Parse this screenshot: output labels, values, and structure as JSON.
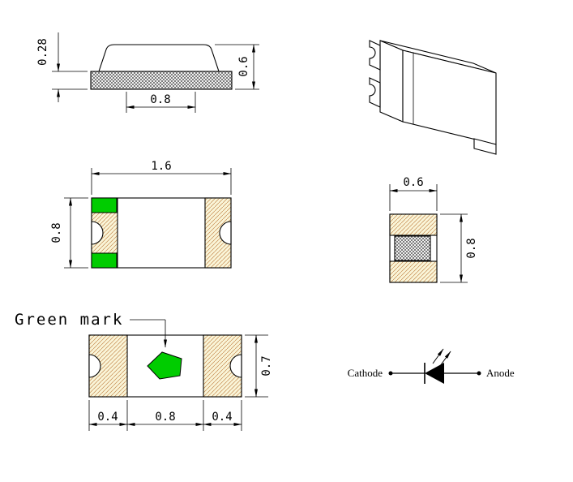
{
  "drawing": {
    "front_view": {
      "substrate_thickness": "0.28",
      "total_height": "0.6",
      "body_width": "0.8"
    },
    "top_view": {
      "length": "1.6",
      "width": "0.8"
    },
    "end_view": {
      "depth": "0.6",
      "width": "0.8"
    },
    "bottom_view": {
      "left_pad": "0.4",
      "center_pad": "0.8",
      "right_pad": "0.4",
      "pad_width": "0.7",
      "green_mark_label": "Green mark"
    },
    "polarity": {
      "cathode": "Cathode",
      "anode": "Anode"
    }
  },
  "colors": {
    "green_mark": "#00CC00",
    "pad_fill": "#FAF5D8",
    "pad_hatch": "#C58A50",
    "substrate_hatch": "#333333",
    "outline": "#000000",
    "background": "#FFFFFF"
  }
}
